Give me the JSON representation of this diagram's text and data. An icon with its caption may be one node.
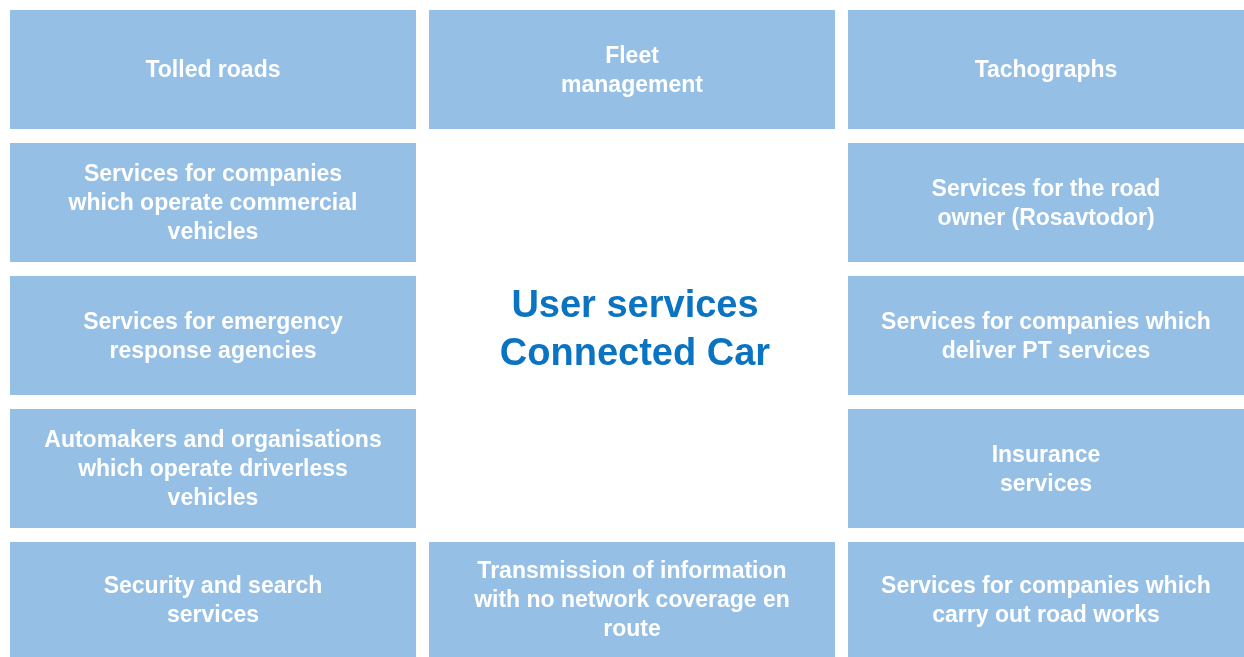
{
  "diagram": {
    "title": "User services Connected Car",
    "nodes": [
      {
        "text": [
          "Tolled roads"
        ]
      },
      {
        "text": [
          "Fleet management"
        ]
      },
      {
        "text": [
          "Tachographs"
        ]
      },
      {
        "text": [
          "Services for companies which operate commercial vehicles"
        ]
      },
      {
        "text": [
          "Services for the road owner (Rosavtodor)"
        ]
      },
      {
        "text": [
          "Services for emergency response agencies"
        ]
      },
      {
        "text": [
          "Services for companies which deliver PT services"
        ]
      },
      {
        "text": [
          "Automakers and organisations which operate driverless vehicles"
        ]
      },
      {
        "text": [
          "Insurance services"
        ]
      },
      {
        "text": [
          "Security and search services"
        ]
      },
      {
        "text": [
          "Transmission of information with no network coverage en route"
        ]
      },
      {
        "text": [
          "Services for companies which carry out road works"
        ]
      }
    ]
  }
}
